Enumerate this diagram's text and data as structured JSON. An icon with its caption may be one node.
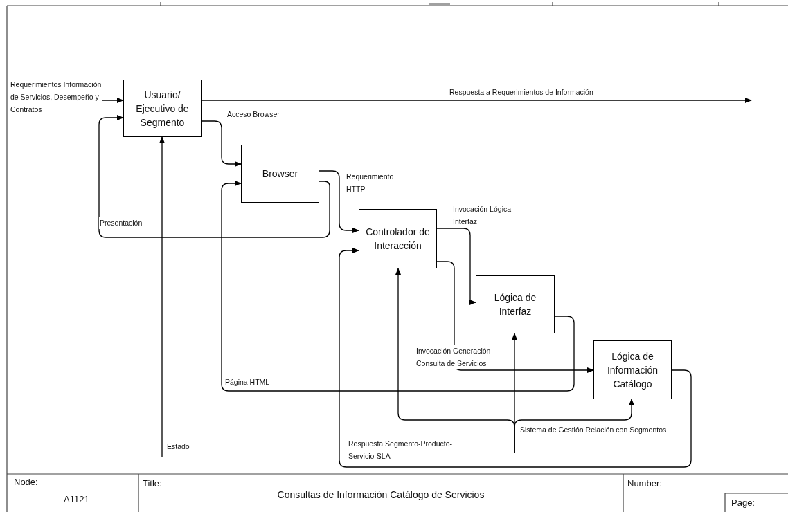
{
  "diagram": {
    "title": "Consultas de Información Catálogo de Servicios",
    "nodes": [
      {
        "text": [
          "Usuario/ Ejecutivo de Segmento"
        ]
      },
      {
        "text": [
          "Browser"
        ]
      },
      {
        "text": [
          "Controlador de Interacción"
        ]
      },
      {
        "text": [
          "Lógica de Interfaz"
        ]
      },
      {
        "text": [
          "Lógica de Información Catálogo"
        ]
      }
    ],
    "edges": [
      {
        "from": null,
        "to": 0,
        "arrow": "to",
        "label": "Requerimientos Información de Servicios, Desempeño y Contratos"
      },
      {
        "from": 0,
        "to": null,
        "arrow": "to",
        "label": "Respuesta a Requerimientos de Información"
      },
      {
        "from": 0,
        "to": 1,
        "arrow": "to",
        "label": "Acceso Browser"
      },
      {
        "from": 1,
        "to": 0,
        "arrow": "to",
        "label": "Presentación"
      },
      {
        "from": 1,
        "to": 2,
        "arrow": "to",
        "label": "Requerimiento HTTP"
      },
      {
        "from": 2,
        "to": 3,
        "arrow": "to",
        "label": "Invocación Lógica Interfaz"
      },
      {
        "from": 3,
        "to": 1,
        "arrow": "to",
        "label": "Página HTML"
      },
      {
        "from": 2,
        "to": 4,
        "arrow": "to",
        "label": "Invocación Generación Consulta de Servicios"
      },
      {
        "from": 4,
        "to": 2,
        "arrow": "to",
        "label": "Respuesta Segmento-Producto-Servicio-SLA"
      },
      {
        "from": null,
        "to": 0,
        "arrow": "to",
        "label": "Estado"
      },
      {
        "from": null,
        "to": 3,
        "arrow": "to",
        "label": "Sistema de Gestión Relación con Segmentos"
      },
      {
        "from": null,
        "to": 2,
        "arrow": "to"
      },
      {
        "from": null,
        "to": 4,
        "arrow": "to"
      }
    ],
    "labels": [
      "Node:",
      "A1121",
      "Title:",
      "Number:",
      "Page:"
    ]
  }
}
